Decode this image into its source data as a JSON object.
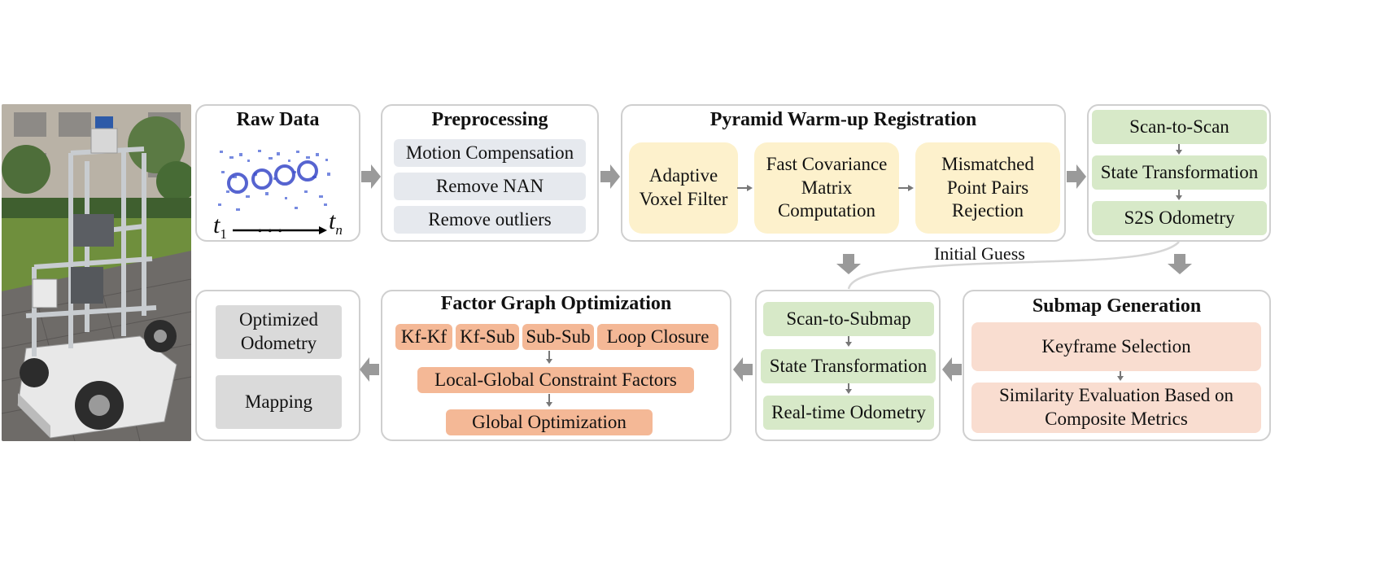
{
  "raw_data": {
    "title": "Raw Data",
    "t_start": "t",
    "t_start_sub": "1",
    "t_end": "t",
    "t_end_sub": "n",
    "dots": "• • •"
  },
  "preprocessing": {
    "title": "Preprocessing",
    "items": [
      "Motion Compensation",
      "Remove NAN",
      "Remove outliers"
    ]
  },
  "pyramid": {
    "title": "Pyramid Warm-up Registration",
    "steps": [
      [
        "Adaptive",
        "Voxel Filter"
      ],
      [
        "Fast Covariance",
        "Matrix",
        "Computation"
      ],
      [
        "Mismatched",
        "Point Pairs",
        "Rejection"
      ]
    ]
  },
  "s2s": {
    "items": [
      "Scan-to-Scan",
      "State Transformation",
      "S2S Odometry"
    ]
  },
  "initial_guess": "Initial Guess",
  "submap": {
    "title": "Submap Generation",
    "items": [
      [
        "Keyframe Selection"
      ],
      [
        "Similarity Evaluation Based on",
        "Composite Metrics"
      ]
    ]
  },
  "scan_to_submap": {
    "items": [
      "Scan-to-Submap",
      "State Transformation",
      "Real-time Odometry"
    ]
  },
  "factor_graph": {
    "title": "Factor Graph Optimization",
    "factors": [
      "Kf-Kf",
      "Kf-Sub",
      "Sub-Sub",
      "Loop Closure"
    ],
    "constraint": "Local-Global Constraint Factors",
    "global": "Global Optimization"
  },
  "output": {
    "items": [
      [
        "Optimized",
        "Odometry"
      ],
      [
        "Mapping"
      ]
    ]
  },
  "colors": {
    "panel_border": "#cfcfcf",
    "arrow": "#9a9a9a",
    "gray": "#e6e9ee",
    "yellow": "#fdf1cc",
    "green": "#d7e9c8",
    "peach": "#f9ddd0",
    "orange": "#f4b896"
  }
}
